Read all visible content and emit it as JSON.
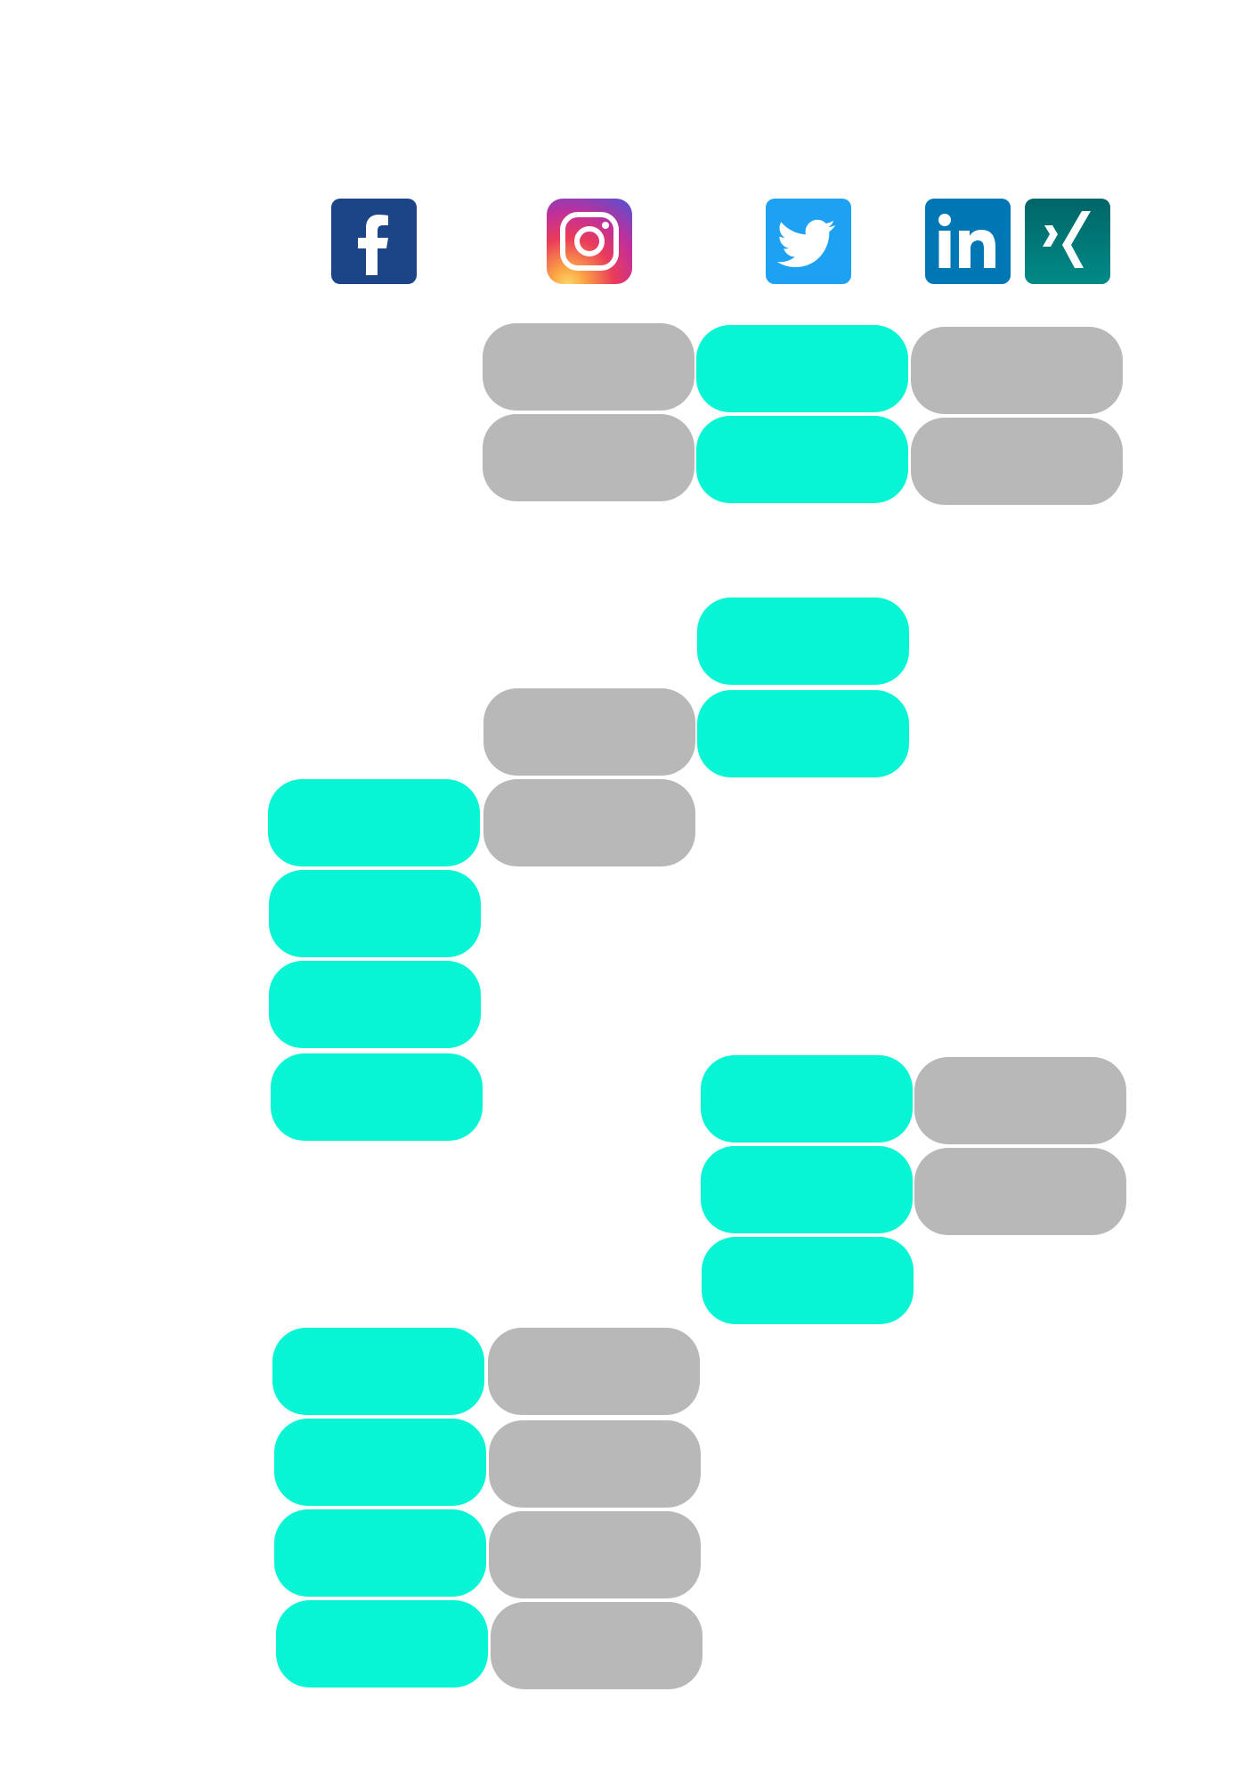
{
  "icons": [
    {
      "name": "facebook-icon",
      "color": "#1b4587"
    },
    {
      "name": "instagram-icon",
      "color": "#c13584"
    },
    {
      "name": "twitter-icon",
      "color": "#1da1f2"
    },
    {
      "name": "linkedin-icon",
      "color": "#0077b5"
    },
    {
      "name": "xing-icon",
      "color": "#007a78"
    }
  ],
  "colors": {
    "active": "#08f5d5",
    "inactive": "#b8b8b8"
  },
  "pills": [
    {
      "state": "inactive"
    },
    {
      "state": "inactive"
    },
    {
      "state": "active"
    },
    {
      "state": "active"
    },
    {
      "state": "inactive"
    },
    {
      "state": "inactive"
    },
    {
      "state": "active"
    },
    {
      "state": "active"
    },
    {
      "state": "inactive"
    },
    {
      "state": "inactive"
    },
    {
      "state": "active"
    },
    {
      "state": "active"
    },
    {
      "state": "active"
    },
    {
      "state": "active"
    },
    {
      "state": "active"
    },
    {
      "state": "active"
    },
    {
      "state": "active"
    },
    {
      "state": "inactive"
    },
    {
      "state": "inactive"
    },
    {
      "state": "active"
    },
    {
      "state": "active"
    },
    {
      "state": "active"
    },
    {
      "state": "active"
    },
    {
      "state": "inactive"
    },
    {
      "state": "inactive"
    },
    {
      "state": "inactive"
    },
    {
      "state": "inactive"
    }
  ]
}
